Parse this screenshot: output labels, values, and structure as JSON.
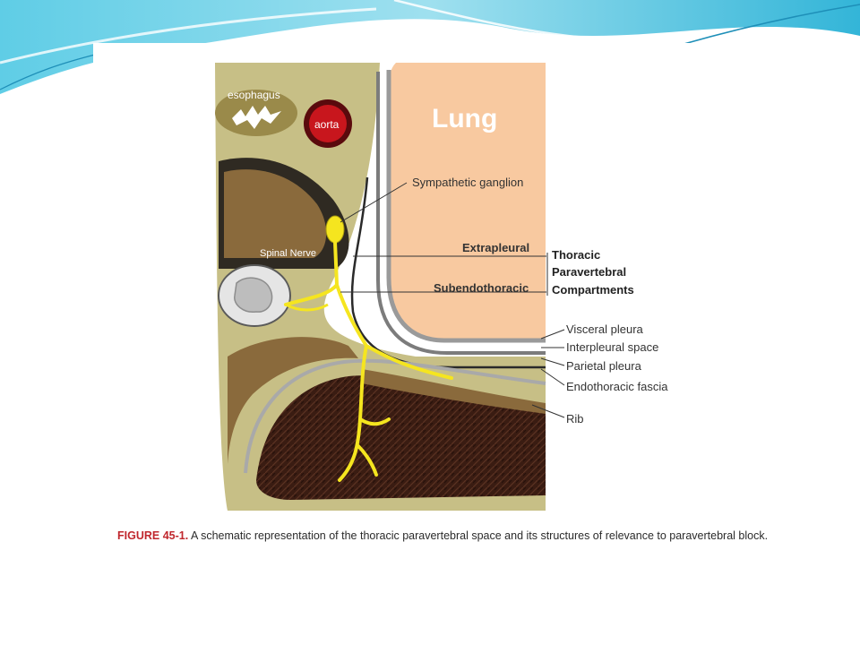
{
  "labels": {
    "esophagus": "esophagus",
    "aorta": "aorta",
    "lung": "Lung",
    "sympathetic_ganglion": "Sympathetic ganglion",
    "spinal_nerve": "Spinal Nerve",
    "extrapleural": "Extrapleural",
    "subendothoracic": "Subendothoracic",
    "compartment_line1": "Thoracic",
    "compartment_line2": "Paravertebral",
    "compartment_line3": "Compartments",
    "visceral_pleura": "Visceral pleura",
    "interpleural_space": "Interpleural space",
    "parietal_pleura": "Parietal pleura",
    "endothoracic_fascia": "Endothoracic fascia",
    "rib": "Rib"
  },
  "caption": {
    "figure_number": "FIGURE 45-1.",
    "text": " A schematic representation of the thoracic paravertebral space and its structures of relevance to paravertebral block."
  },
  "colors": {
    "slide_accent": "#2bb6d6",
    "lung": "#f8c9a0",
    "tissue": "#c7bf86",
    "vertebra": "#8a6a3c",
    "muscle": "#3a1c12",
    "nerve": "#f5e51f",
    "aorta": "#c8161d",
    "pleura": "#8a8a8a",
    "caption_red": "#c0272d"
  }
}
